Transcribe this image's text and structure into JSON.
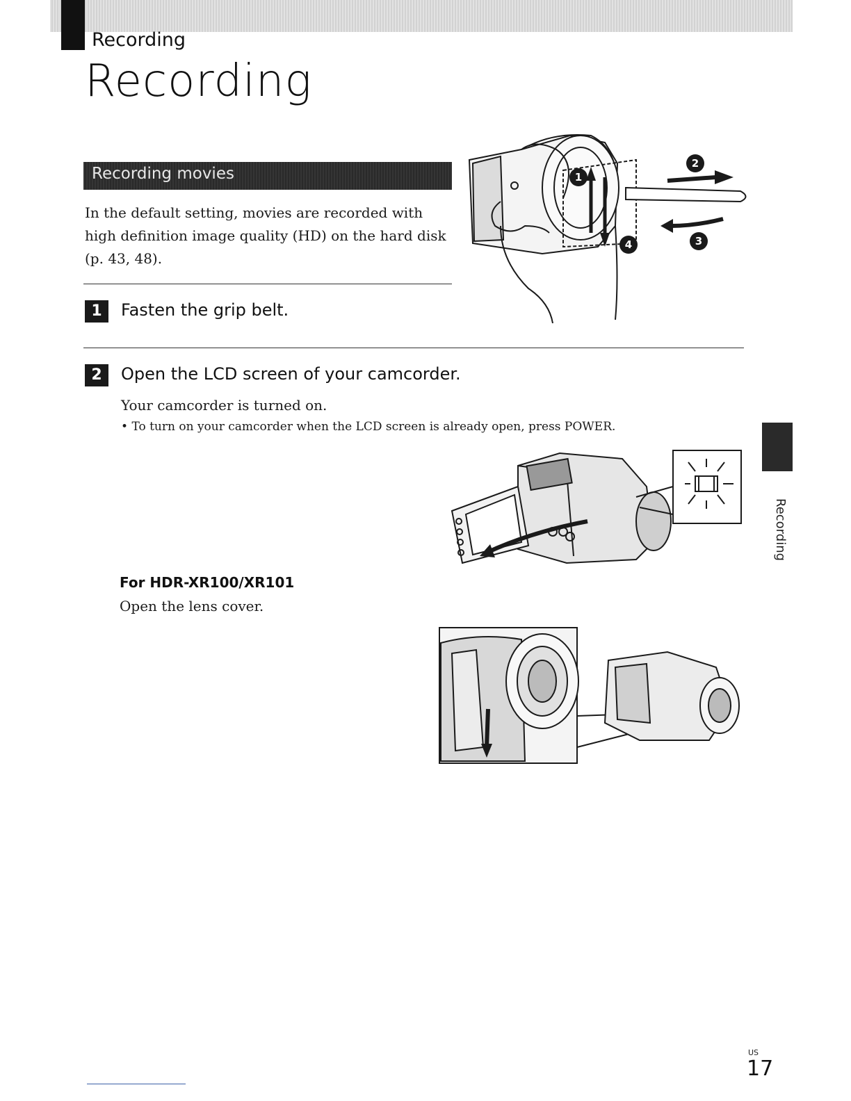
{
  "header": {
    "section_label": "Recording"
  },
  "page_title": "Recording",
  "section": {
    "title": "Recording movies",
    "intro": "In the default setting, movies are recorded with high definition image quality (HD) on the hard disk (p. 43, 48)."
  },
  "steps": [
    {
      "number": "1",
      "title": "Fasten the grip belt."
    },
    {
      "number": "2",
      "title": "Open the LCD screen of your camcorder.",
      "body": "Your camcorder is turned on.",
      "bullet": "To turn on your camcorder when the LCD screen is already open, press POWER."
    }
  ],
  "model_note": {
    "heading": "For HDR-XR100/XR101",
    "text": "Open the lens cover."
  },
  "illustration_markers": [
    "1",
    "2",
    "3",
    "4"
  ],
  "side_tab": {
    "label": "Recording"
  },
  "footer": {
    "region": "US",
    "page_number": "17"
  }
}
